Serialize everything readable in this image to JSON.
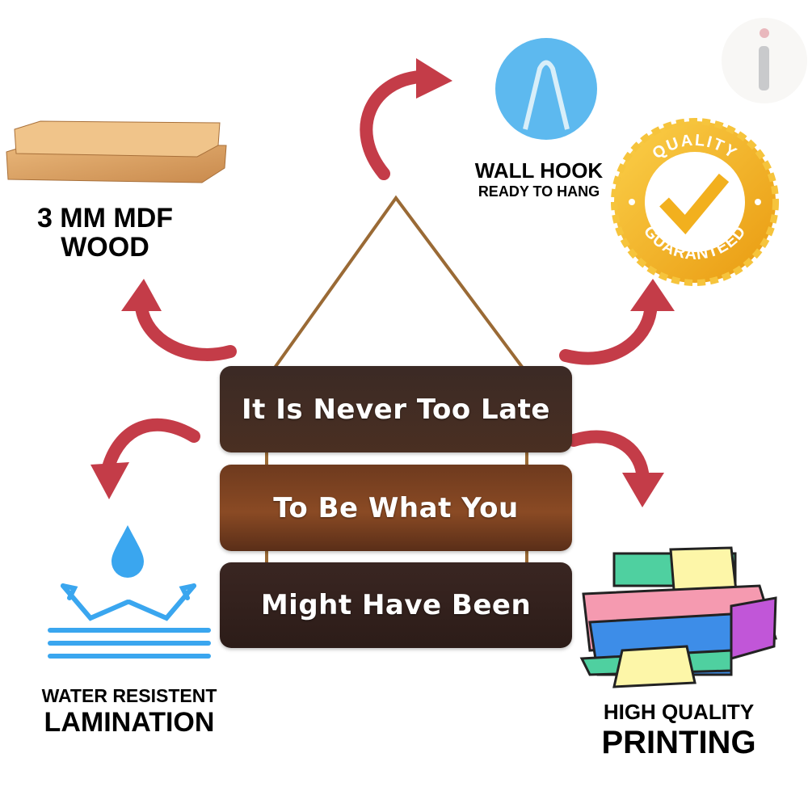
{
  "features": {
    "wood": {
      "line1": "3 MM MDF",
      "line2": "WOOD"
    },
    "hook": {
      "title": "WALL HOOK",
      "subtitle": "READY TO HANG"
    },
    "badge": {
      "top": "QUALITY",
      "bottom": "GUARANTEED"
    },
    "water": {
      "line1": "WATER RESISTENT",
      "line2": "LAMINATION"
    },
    "printing": {
      "line1": "HIGH QUALITY",
      "line2": "PRINTING"
    }
  },
  "sign": {
    "boards": [
      "It Is Never Too Late",
      "To Be What You",
      "Might Have Been"
    ]
  },
  "brand_logo": "i",
  "colors": {
    "arrow": "#c43c48",
    "badge": "#f5b324",
    "hook": "#5db9ef",
    "water": "#3aa6ef"
  }
}
